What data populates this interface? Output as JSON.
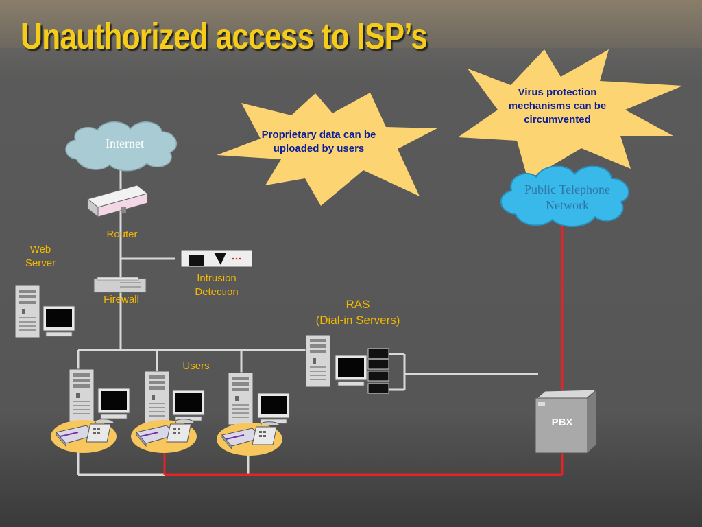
{
  "title": "Unauthorized access to ISP’s",
  "clouds": {
    "internet": "Internet",
    "pstn": "Public Telephone Network"
  },
  "labels": {
    "router": "Router",
    "web_server": "Web Server",
    "firewall": "Firewall",
    "intrusion_detection": "Intrusion Detection",
    "ras": "RAS",
    "ras_sub": "(Dial-in Servers)",
    "users": "Users",
    "pbx": "PBX"
  },
  "callouts": {
    "proprietary": "Proprietary data can be uploaded by users",
    "virus": "Virus protection mechanisms can be circumvented"
  },
  "colors": {
    "title": "#f5cc1a",
    "label": "#f5b800",
    "callout_text": "#0b1f9a",
    "starburst": "#fcd471",
    "cloud_internet": "#a9cbd3",
    "cloud_pstn": "#39b8ea",
    "phone_line": "#e32424",
    "network_line": "#d9d9d9"
  }
}
